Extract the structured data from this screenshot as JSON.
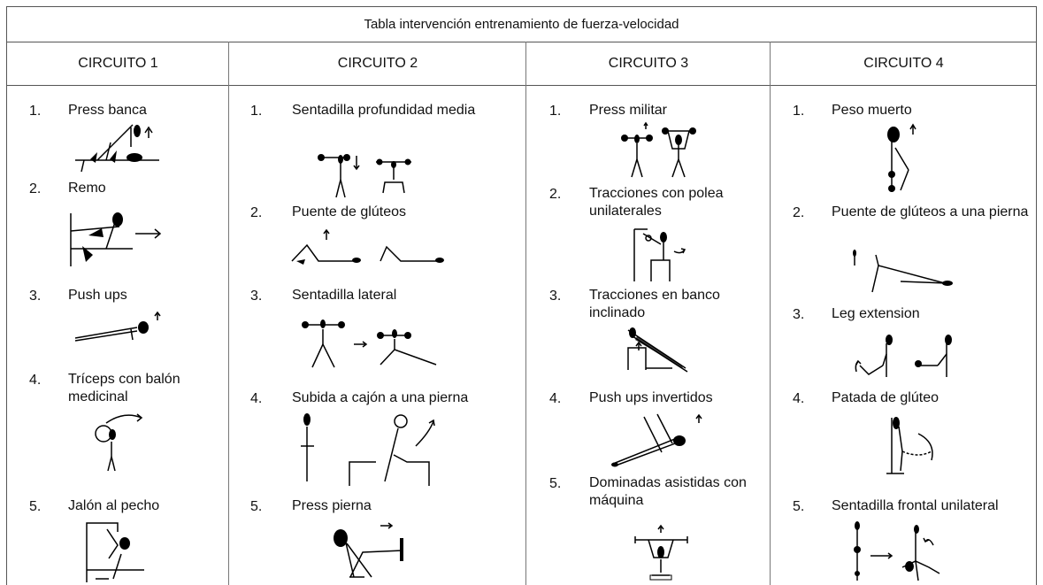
{
  "table": {
    "title": "Tabla intervención entrenamiento de fuerza-velocidad",
    "circuits": [
      {
        "header": "CIRCUITO 1",
        "items": [
          {
            "num": "1.",
            "label": "Press banca",
            "figure": "press-banca-figure"
          },
          {
            "num": "2.",
            "label": "Remo",
            "figure": "remo-figure"
          },
          {
            "num": "3.",
            "label": "Push ups",
            "figure": "push-ups-figure"
          },
          {
            "num": "4.",
            "label": "Tríceps con balón medicinal",
            "figure": "triceps-balon-figure"
          },
          {
            "num": "5.",
            "label": "Jalón al pecho",
            "figure": "jalon-pecho-figure"
          }
        ]
      },
      {
        "header": "CIRCUITO 2",
        "items": [
          {
            "num": "1.",
            "label": "Sentadilla profundidad media",
            "figure": "sentadilla-media-figure"
          },
          {
            "num": "2.",
            "label": "Puente de glúteos",
            "figure": "puente-gluteos-figure"
          },
          {
            "num": "3.",
            "label": "Sentadilla lateral",
            "figure": "sentadilla-lateral-figure"
          },
          {
            "num": "4.",
            "label": "Subida a cajón a una pierna",
            "figure": "subida-cajon-figure"
          },
          {
            "num": "5.",
            "label": "Press pierna",
            "figure": "press-pierna-figure"
          }
        ]
      },
      {
        "header": "CIRCUITO 3",
        "items": [
          {
            "num": "1.",
            "label": "Press militar",
            "figure": "press-militar-figure"
          },
          {
            "num": "2.",
            "label": "Tracciones con polea unilaterales",
            "figure": "tracciones-polea-figure"
          },
          {
            "num": "3.",
            "label": "Tracciones en banco inclinado",
            "figure": "tracciones-banco-figure"
          },
          {
            "num": "4.",
            "label": "Push ups invertidos",
            "figure": "push-ups-invertidos-figure"
          },
          {
            "num": "5.",
            "label": "Dominadas asistidas con máquina",
            "figure": "dominadas-asistidas-figure"
          }
        ]
      },
      {
        "header": "CIRCUITO 4",
        "items": [
          {
            "num": "1.",
            "label": "Peso muerto",
            "figure": "peso-muerto-figure"
          },
          {
            "num": "2.",
            "label": "Puente de glúteos a una pierna",
            "figure": "puente-una-pierna-figure"
          },
          {
            "num": "3.",
            "label": "Leg extension",
            "figure": "leg-extension-figure"
          },
          {
            "num": "4.",
            "label": "Patada de glúteo",
            "figure": "patada-gluteo-figure"
          },
          {
            "num": "5.",
            "label": "Sentadilla frontal unilateral",
            "figure": "sentadilla-frontal-figure"
          }
        ]
      }
    ]
  }
}
